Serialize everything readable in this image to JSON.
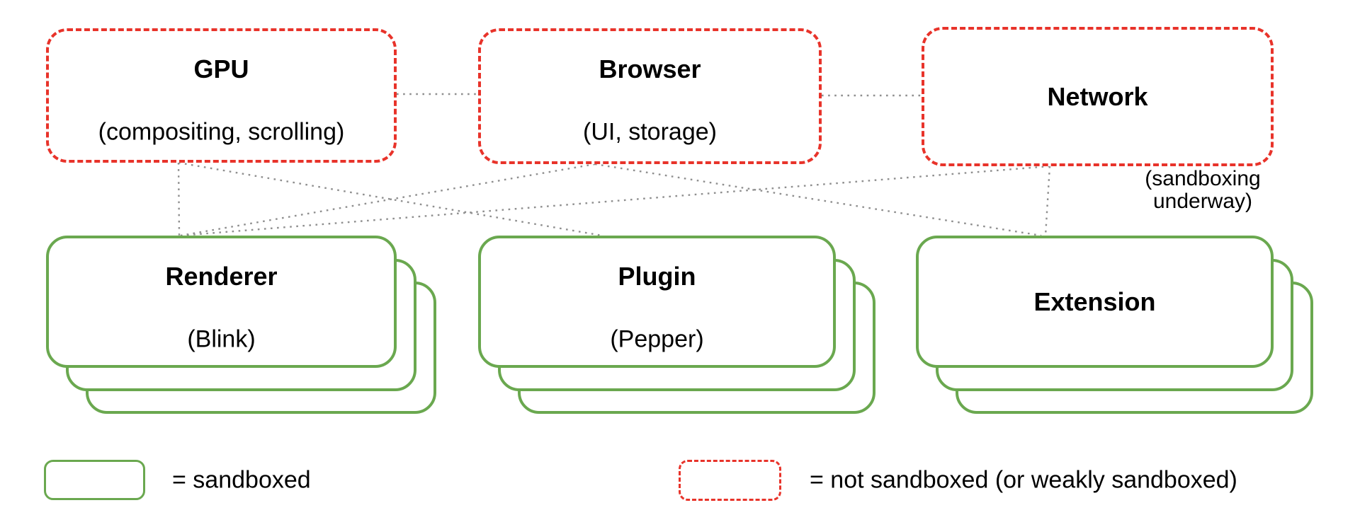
{
  "diagram": {
    "title_hint": "Chromium process sandboxing diagram",
    "nodes": {
      "gpu": {
        "title": "GPU",
        "subtitle": "(compositing, scrolling)",
        "sandboxed": false
      },
      "browser": {
        "title": "Browser",
        "subtitle": "(UI, storage)",
        "sandboxed": false
      },
      "network": {
        "title": "Network",
        "subtitle": "",
        "sandboxed": false
      },
      "renderer": {
        "title": "Renderer",
        "subtitle": "(Blink)",
        "sandboxed": true
      },
      "plugin": {
        "title": "Plugin",
        "subtitle": "(Pepper)",
        "sandboxed": true
      },
      "extension": {
        "title": "Extension",
        "subtitle": "",
        "sandboxed": true
      }
    },
    "annotations": {
      "network_note": "(sandboxing underway)"
    },
    "edges": [
      {
        "from": "gpu",
        "to": "browser"
      },
      {
        "from": "browser",
        "to": "network"
      },
      {
        "from": "gpu",
        "to": "renderer"
      },
      {
        "from": "gpu",
        "to": "plugin"
      },
      {
        "from": "browser",
        "to": "renderer"
      },
      {
        "from": "browser",
        "to": "extension"
      },
      {
        "from": "renderer",
        "to": "network"
      },
      {
        "from": "network",
        "to": "extension"
      }
    ],
    "legend": {
      "sandboxed_label": "= sandboxed",
      "not_sandboxed_label": "= not sandboxed (or weakly sandboxed)"
    },
    "colors": {
      "sandboxed_border": "#6aa84f",
      "not_sandboxed_border": "#e8332a",
      "connector": "#8f8f8f",
      "text": "#000000",
      "background": "#ffffff"
    }
  }
}
